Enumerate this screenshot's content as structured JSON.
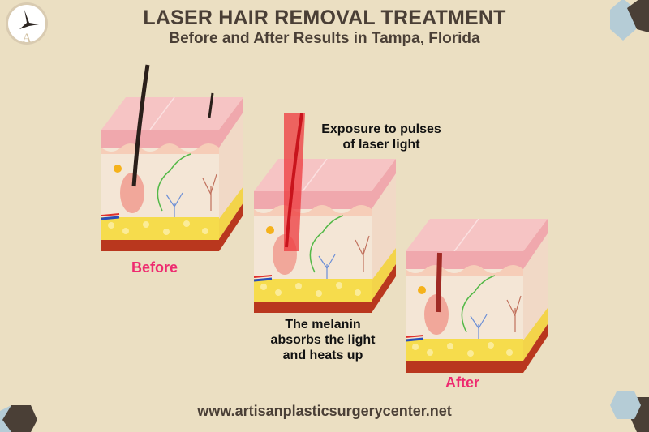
{
  "header": {
    "title": "LASER HAIR REMOVAL TREATMENT",
    "subtitle": "Before and After Results in Tampa, Florida",
    "logo_icon": "angel-letter-a-logo"
  },
  "stages": [
    {
      "label": "Before"
    },
    {
      "label": "Exposure to pulses of laser light",
      "caption_lines": [
        "Exposure to pulses",
        "of laser light"
      ],
      "bottom_caption_lines": [
        "The melanin",
        "absorbs the light",
        "and heats up"
      ]
    },
    {
      "label": "After"
    }
  ],
  "footer": {
    "url": "www.artisanplasticsurgerycenter.net"
  },
  "colors": {
    "background": "#ebdfc2",
    "text": "#4a3f36",
    "accent_pink": "#ee2a6f",
    "hex_blue": "#b5ccd6",
    "hex_dark": "#4a3f36"
  }
}
